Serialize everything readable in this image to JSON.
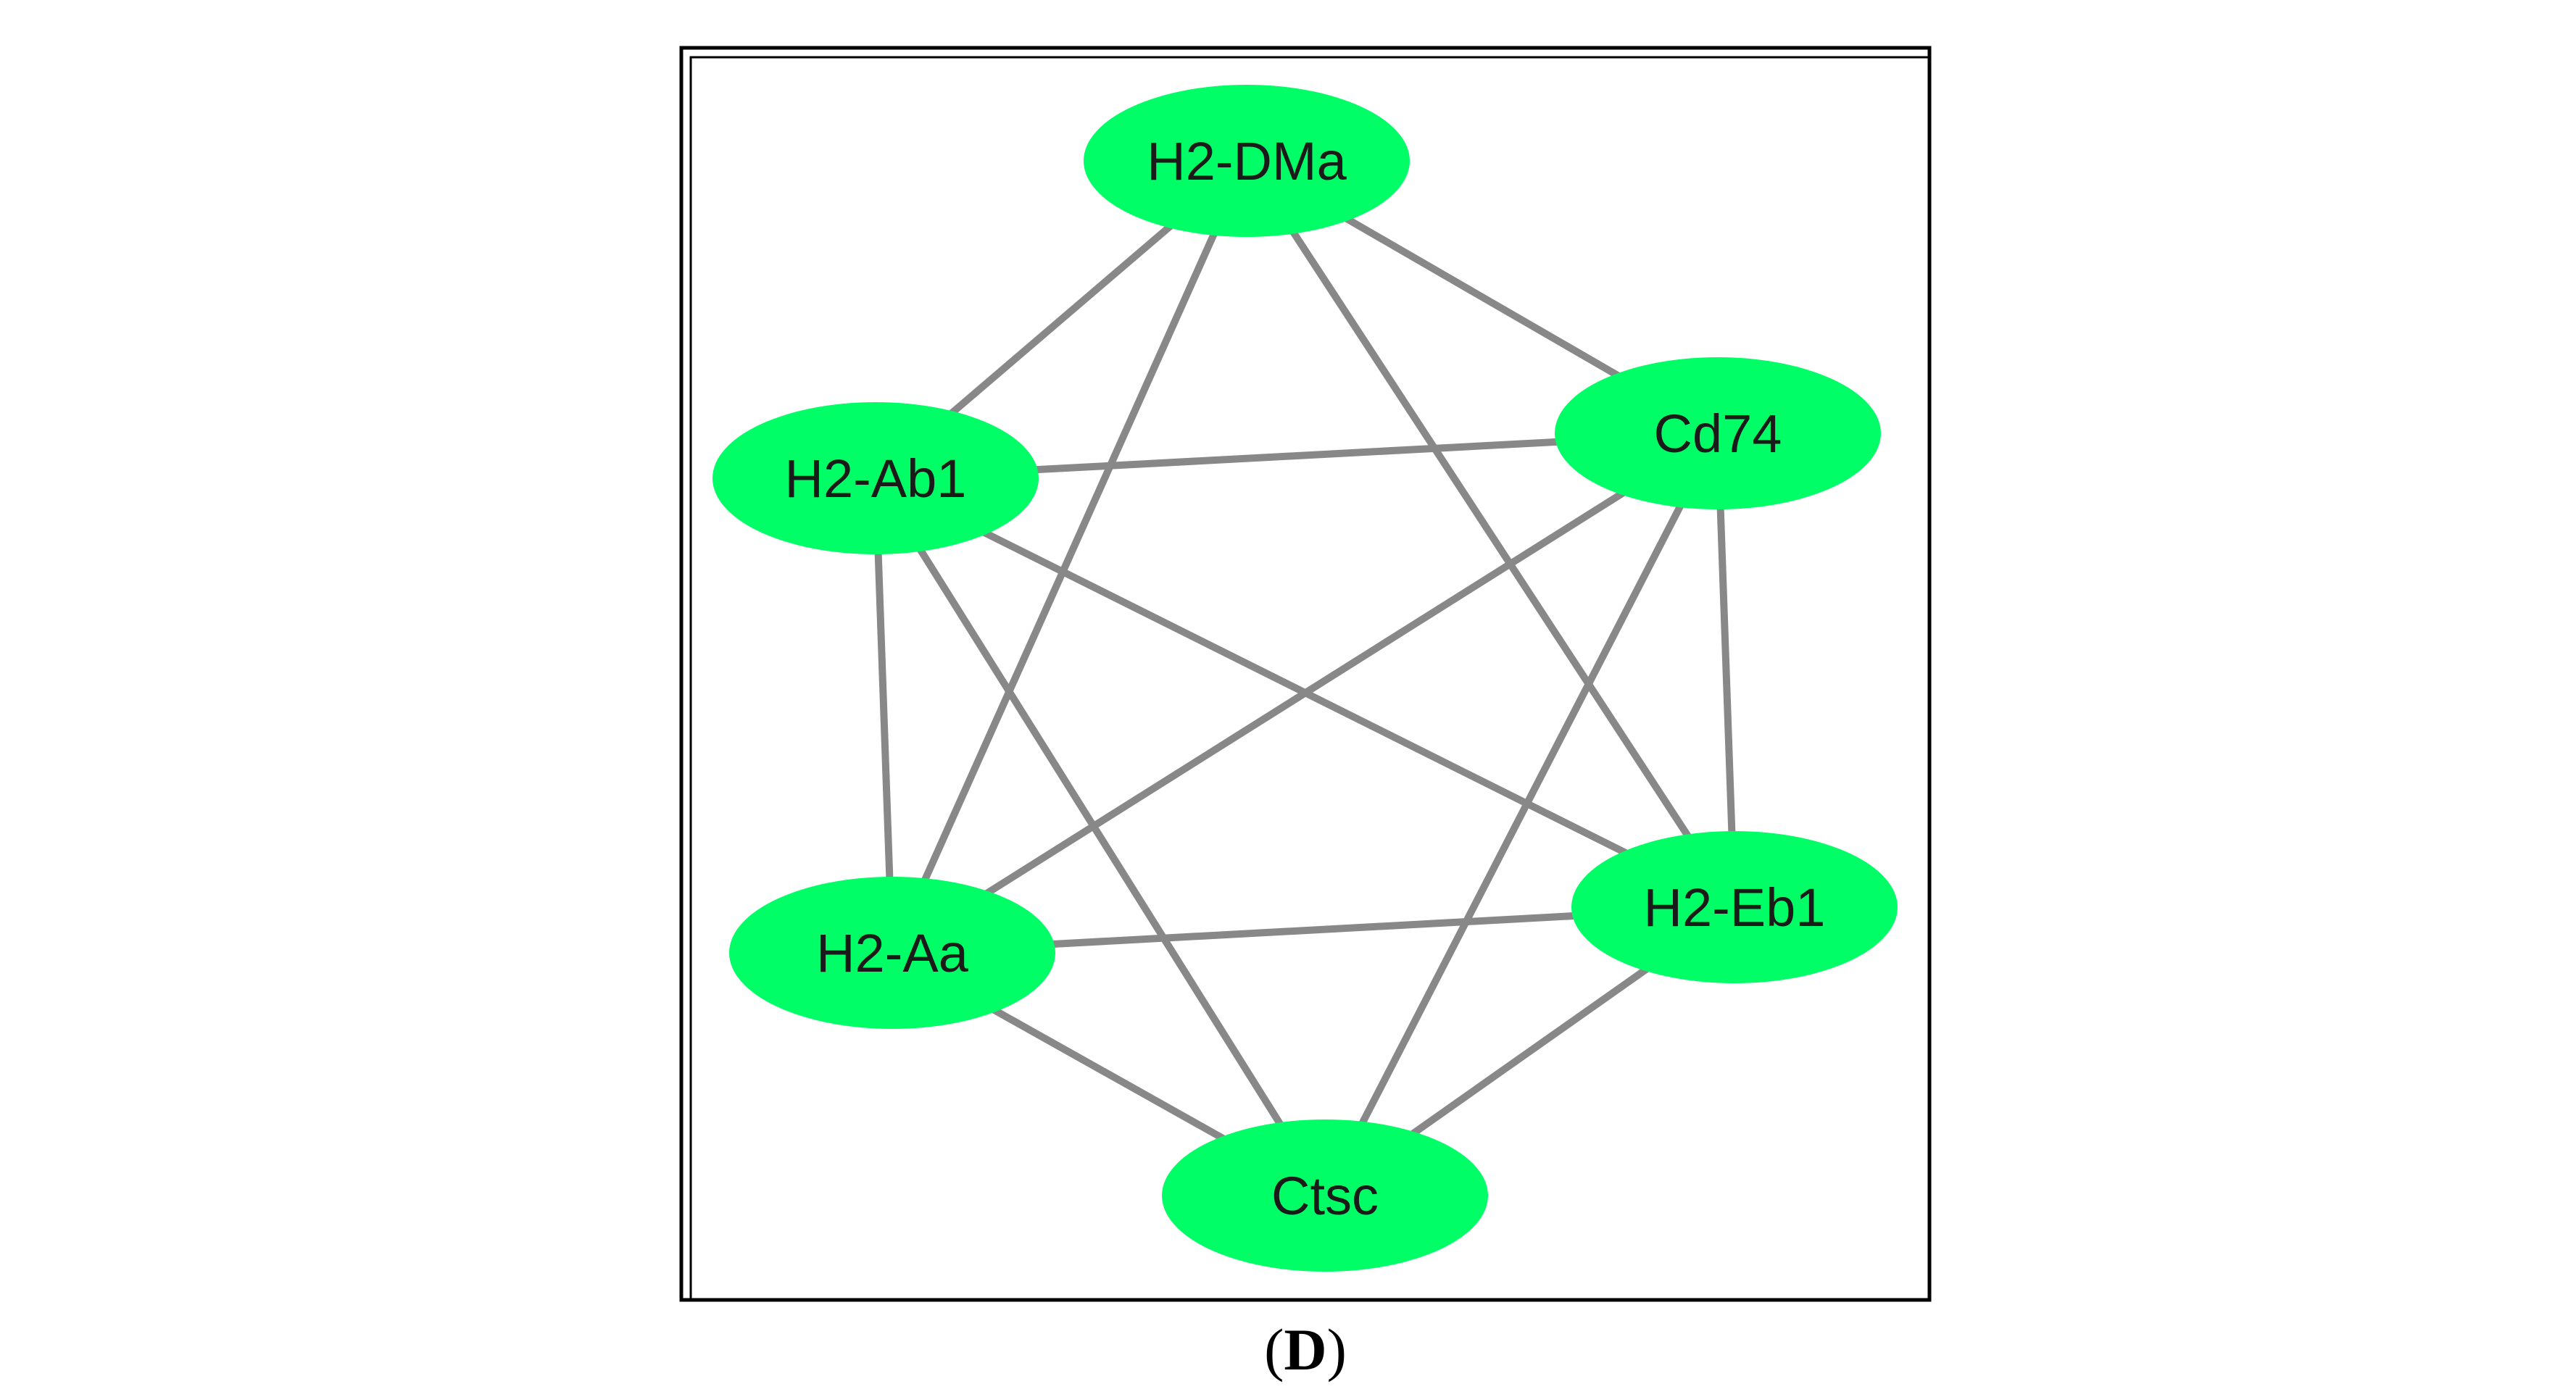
{
  "figure": {
    "panel_label": {
      "open": "(",
      "letter": "D",
      "close": ")"
    }
  },
  "network": {
    "node_color": "#00ff66",
    "edge_color": "#888888",
    "border_color": "#000000",
    "nodes": [
      {
        "id": "h2-dma",
        "label": "H2-DMa"
      },
      {
        "id": "cd74",
        "label": "Cd74"
      },
      {
        "id": "h2-ab1",
        "label": "H2-Ab1"
      },
      {
        "id": "h2-eb1",
        "label": "H2-Eb1"
      },
      {
        "id": "h2-aa",
        "label": "H2-Aa"
      },
      {
        "id": "ctsc",
        "label": "Ctsc"
      }
    ],
    "edges": [
      [
        "h2-dma",
        "h2-ab1"
      ],
      [
        "h2-dma",
        "cd74"
      ],
      [
        "h2-dma",
        "h2-aa"
      ],
      [
        "h2-dma",
        "h2-eb1"
      ],
      [
        "h2-ab1",
        "cd74"
      ],
      [
        "h2-ab1",
        "h2-aa"
      ],
      [
        "h2-ab1",
        "h2-eb1"
      ],
      [
        "h2-ab1",
        "ctsc"
      ],
      [
        "cd74",
        "h2-eb1"
      ],
      [
        "cd74",
        "h2-aa"
      ],
      [
        "cd74",
        "ctsc"
      ],
      [
        "h2-aa",
        "h2-eb1"
      ],
      [
        "h2-aa",
        "ctsc"
      ],
      [
        "h2-eb1",
        "ctsc"
      ]
    ]
  }
}
